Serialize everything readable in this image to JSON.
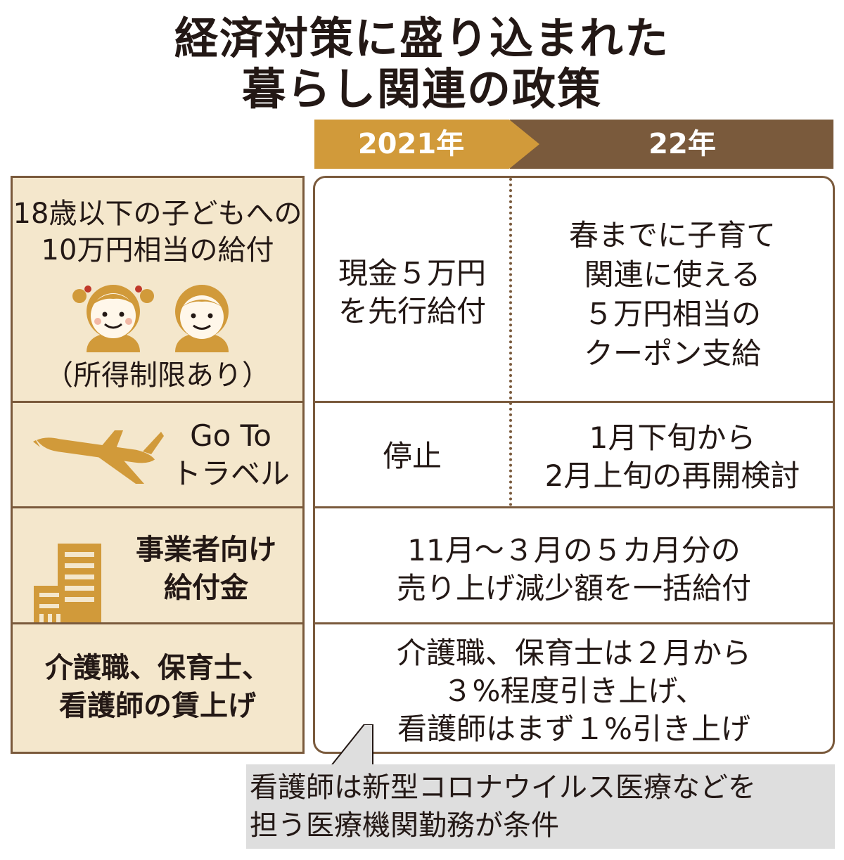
{
  "title": {
    "line1": "経済対策に盛り込まれた",
    "line2": "暮らし関連の政策"
  },
  "timeline": {
    "year1": "2021年",
    "year2": "22年"
  },
  "rows": [
    {
      "label_lines": [
        "18歳以下の子どもへの",
        "10万円相当の給付"
      ],
      "sub_label": "（所得制限あり）",
      "icon": "children-icon",
      "col2021_lines": [
        "現金５万円",
        "を先行給付"
      ],
      "col22_lines": [
        "春までに子育て",
        "関連に使える",
        "５万円相当の",
        "クーポン支給"
      ]
    },
    {
      "label_lines": [
        "Go To",
        "トラベル"
      ],
      "icon": "airplane-icon",
      "col2021_lines": [
        "停止"
      ],
      "col22_lines": [
        "1月下旬から",
        "2月上旬の再開検討"
      ]
    },
    {
      "label_lines": [
        "事業者向け",
        "給付金"
      ],
      "icon": "building-icon",
      "span_lines": [
        "11月～３月の５カ月分の",
        "売り上げ減少額を一括給付"
      ]
    },
    {
      "label_lines": [
        "介護職、保育士、",
        "看護師の賃上げ"
      ],
      "span_lines": [
        "介護職、保育士は２月から",
        "３%程度引き上げ、",
        "看護師はまず１%引き上げ"
      ]
    }
  ],
  "note_lines": [
    "看護師は新型コロナウイルス医療などを",
    "担う医療機関勤務が条件"
  ],
  "colors": {
    "accent_gold": "#d19a3a",
    "accent_brown": "#7a5a3c",
    "panel_beige": "#f4e7cc",
    "note_gray": "#dedede"
  }
}
